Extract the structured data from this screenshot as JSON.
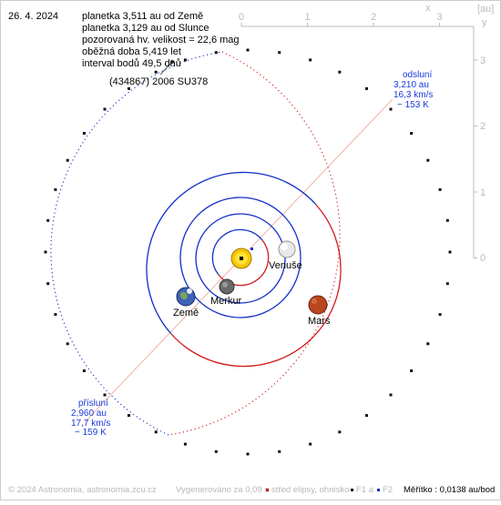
{
  "header": {
    "date": "26. 4. 2024",
    "info_lines": [
      "planetka 3,511 au od Země",
      "planetka 3,129 au od Slunce",
      "pozorovaná hv. velikost = 22,6 mag",
      "oběžná doba 5,419 let",
      "interval bodů 49,5 dnů"
    ],
    "object_name": "(434867) 2006 SU378"
  },
  "axes": {
    "x_ticks": [
      "0",
      "1",
      "2",
      "3"
    ],
    "y_ticks": [
      "3",
      "2",
      "1",
      "0"
    ],
    "x_letter": "x",
    "y_letter": "y",
    "unit": "[au]"
  },
  "aphelion": {
    "label": "odsluní",
    "dist": "3,210 au",
    "speed": "16,3 km/s",
    "temp": "~ 153 K"
  },
  "perihelion": {
    "label": "přísluní",
    "dist": "2,960 au",
    "speed": "17,7 km/s",
    "temp": "~ 159 K"
  },
  "planets": {
    "earth": "Země",
    "venus": "Venuše",
    "mercury": "Merkur",
    "mars": "Mars"
  },
  "footer": {
    "copyright": "© 2024 Astronomia, astronomia.zcu.cz",
    "generated": "Vygenerováno za 0,09 s",
    "center_legend": "střed elipsy, ohnisko",
    "f1_legend": "F1 a",
    "f2_legend": "F2",
    "scale": "Měřítko : 0,0138 au/bod"
  },
  "colors": {
    "orbit_blue": "#1030c8",
    "orbit_red": "#d01818",
    "label_blue": "#1a3adb",
    "axis_grey": "#bbbbbb",
    "apsis_line": "#f0a090"
  }
}
